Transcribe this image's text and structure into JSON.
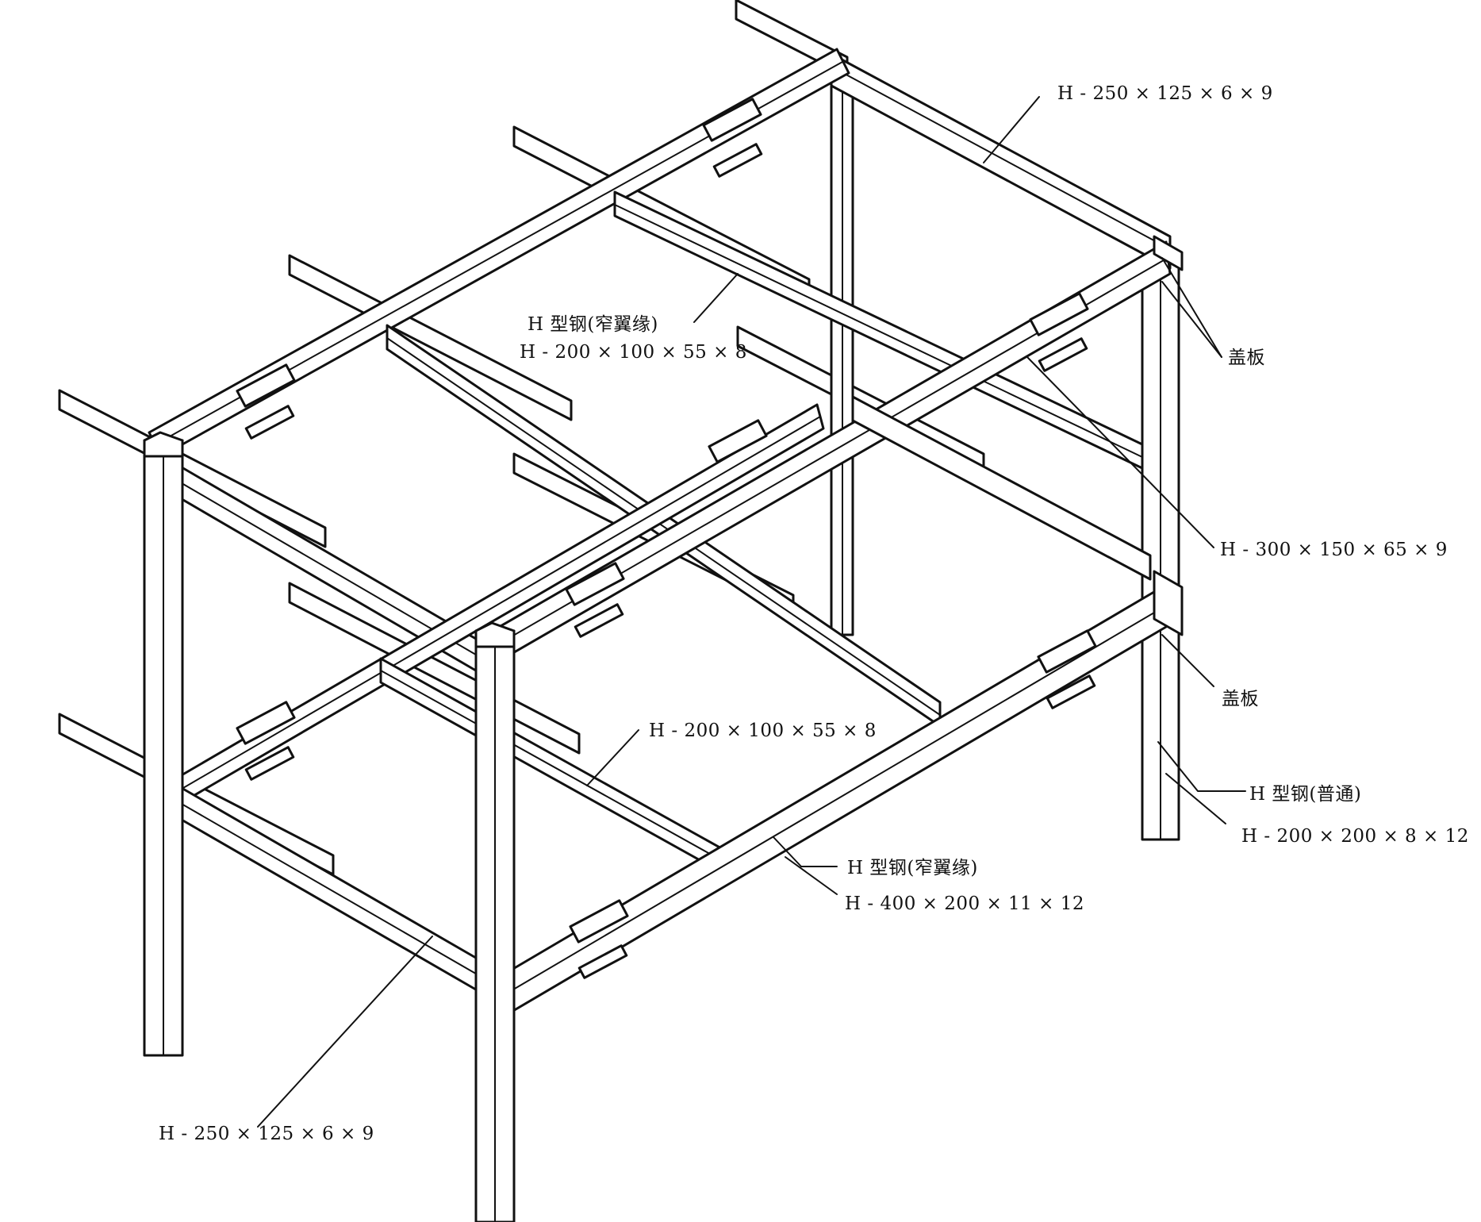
{
  "labels": {
    "top_beam": "H - 250 × 125 × 6 × 9",
    "narrow_flange_title_upper": "H 型钢(窄翼缘)",
    "narrow_flange_spec_upper": "H - 200 × 100 × 55 × 8",
    "cover_plate_upper": "盖板",
    "main_girder_upper": "H - 300 × 150 × 65 × 9",
    "cover_plate_lower": "盖板",
    "secondary_beam_lower": "H - 200 × 100 × 55 × 8",
    "ordinary_title": "H 型钢(普通)",
    "ordinary_spec": "H - 200 × 200 × 8 × 12",
    "narrow_flange_title_lower": "H 型钢(窄翼缘)",
    "narrow_flange_spec_lower": "H - 400 × 200 × 11 × 12",
    "bottom_beam": "H - 250 × 125 × 6 × 9"
  },
  "colors": {
    "line": "#111111",
    "fill": "#ffffff"
  }
}
